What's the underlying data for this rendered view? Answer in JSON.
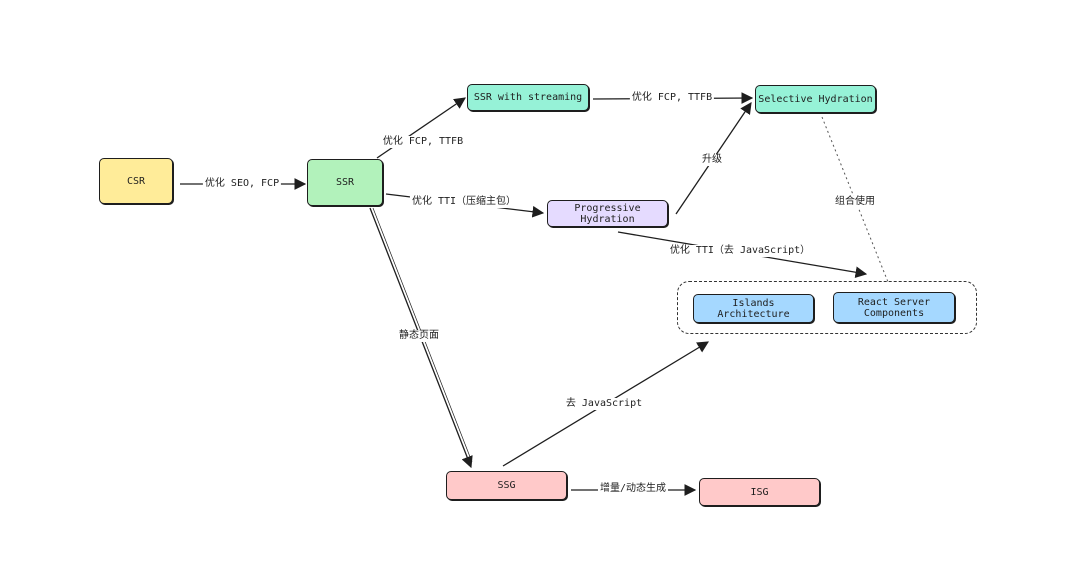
{
  "nodes": {
    "csr": "CSR",
    "ssr": "SSR",
    "ssr_streaming": "SSR with streaming",
    "selective_hydration": "Selective Hydration",
    "progressive_hydration": "Progressive Hydration",
    "islands": "Islands Architecture",
    "rsc_line1": "React Server",
    "rsc_line2": "Components",
    "ssg": "SSG",
    "isg": "ISG"
  },
  "edges": {
    "csr_ssr": "优化 SEO, FCP",
    "ssr_streaming": "优化 FCP, TTFB",
    "streaming_selective": "优化 FCP, TTFB",
    "ssr_progressive": "优化 TTI（压缩主包）",
    "upgrade": "升级",
    "combine": "组合使用",
    "progressive_islands": "优化 TTI（去 JavaScript）",
    "ssr_ssg": "静态页面",
    "ssg_islands": "去 JavaScript",
    "ssg_isg": "增量/动态生成"
  },
  "colors": {
    "yellow": "#ffec99",
    "green": "#b2f2bb",
    "teal": "#96f2d7",
    "purple": "#e5dbff",
    "blue": "#a5d8ff",
    "red": "#ffc9c9",
    "stroke": "#1e1e1e"
  }
}
